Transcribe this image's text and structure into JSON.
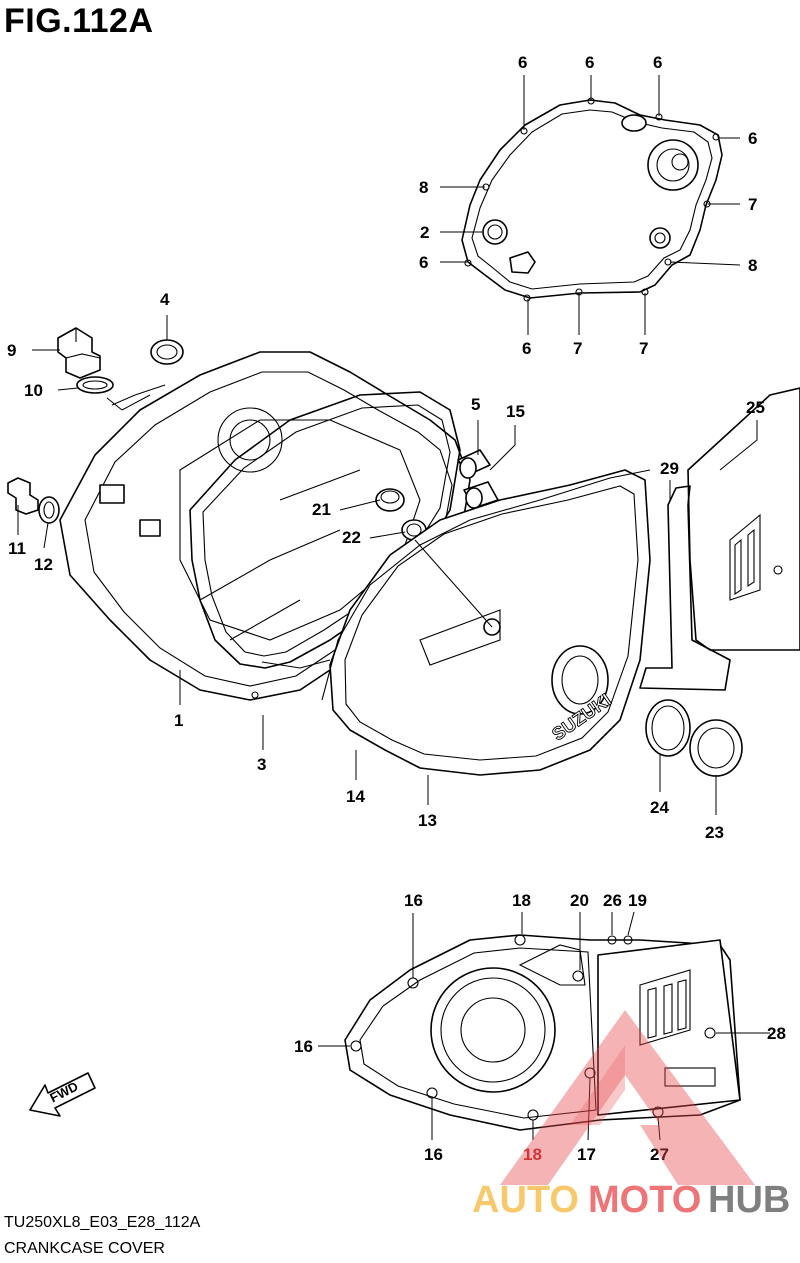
{
  "figure": {
    "title": "FIG.112A",
    "code": "TU250XL8_E03_E28_112A",
    "name": "CRANKCASE COVER"
  },
  "cover_text": "SUZUKI",
  "fwd_text": "FWD",
  "watermark": {
    "word_part1": "AUTO",
    "word_part2": "MOTO",
    "word_part3": "HUB",
    "colors": {
      "auto": "#f6b73c",
      "moto": "#e8474a",
      "hub": "#555555"
    }
  },
  "callouts": [
    {
      "id": "c6a",
      "text": "6"
    },
    {
      "id": "c6b",
      "text": "6"
    },
    {
      "id": "c6c",
      "text": "6"
    },
    {
      "id": "c6d",
      "text": "6"
    },
    {
      "id": "c8a",
      "text": "8"
    },
    {
      "id": "c7a",
      "text": "7"
    },
    {
      "id": "c2",
      "text": "2"
    },
    {
      "id": "c6e",
      "text": "6"
    },
    {
      "id": "c8b",
      "text": "8"
    },
    {
      "id": "c6f",
      "text": "6"
    },
    {
      "id": "c7b",
      "text": "7"
    },
    {
      "id": "c7c",
      "text": "7"
    },
    {
      "id": "c4",
      "text": "4"
    },
    {
      "id": "c9",
      "text": "9"
    },
    {
      "id": "c10",
      "text": "10"
    },
    {
      "id": "c5",
      "text": "5"
    },
    {
      "id": "c15",
      "text": "15"
    },
    {
      "id": "c25",
      "text": "25"
    },
    {
      "id": "c29",
      "text": "29"
    },
    {
      "id": "c11",
      "text": "11"
    },
    {
      "id": "c12",
      "text": "12"
    },
    {
      "id": "c21",
      "text": "21"
    },
    {
      "id": "c22",
      "text": "22"
    },
    {
      "id": "c1",
      "text": "1"
    },
    {
      "id": "c3",
      "text": "3"
    },
    {
      "id": "c14",
      "text": "14"
    },
    {
      "id": "c13",
      "text": "13"
    },
    {
      "id": "c24",
      "text": "24"
    },
    {
      "id": "c23",
      "text": "23"
    },
    {
      "id": "c16a",
      "text": "16"
    },
    {
      "id": "c18a",
      "text": "18"
    },
    {
      "id": "c20",
      "text": "20"
    },
    {
      "id": "c26",
      "text": "26"
    },
    {
      "id": "c19",
      "text": "19"
    },
    {
      "id": "c28",
      "text": "28"
    },
    {
      "id": "c16b",
      "text": "16"
    },
    {
      "id": "c16c",
      "text": "16"
    },
    {
      "id": "c18b",
      "text": "18"
    },
    {
      "id": "c17",
      "text": "17"
    },
    {
      "id": "c27",
      "text": "27"
    }
  ]
}
